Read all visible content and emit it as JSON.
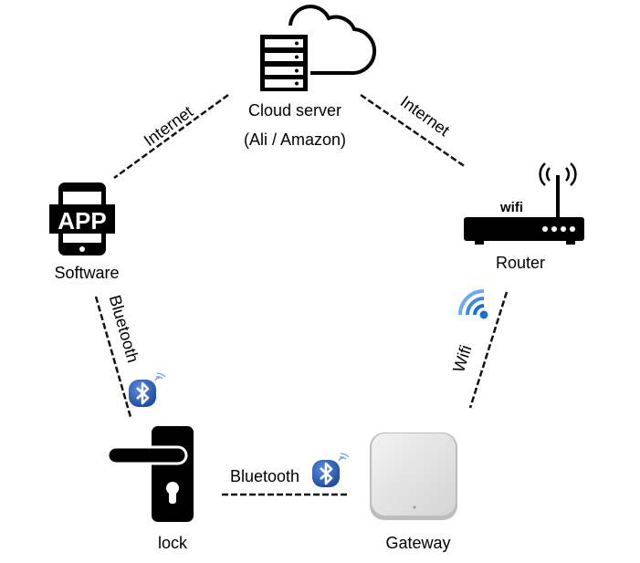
{
  "nodes": {
    "cloud": {
      "label": "Cloud server",
      "sublabel": "(Ali / Amazon)",
      "icon": "cloud-server-icon"
    },
    "software": {
      "label": "Software",
      "icon_text": "APP",
      "icon": "phone-app-icon"
    },
    "router": {
      "label": "Router",
      "icon_text": "wifi",
      "icon": "router-icon"
    },
    "lock": {
      "label": "lock",
      "icon": "door-lock-icon"
    },
    "gateway": {
      "label": "Gateway",
      "icon": "gateway-device-icon"
    }
  },
  "links": {
    "software_cloud": "Internet",
    "cloud_router": "Internet",
    "software_lock": "Bluetooth",
    "router_gateway": "Wifi",
    "lock_gateway": "Bluetooth"
  },
  "colors": {
    "bluetooth": "#2a5db0",
    "wifi": "#1a6fd0"
  }
}
